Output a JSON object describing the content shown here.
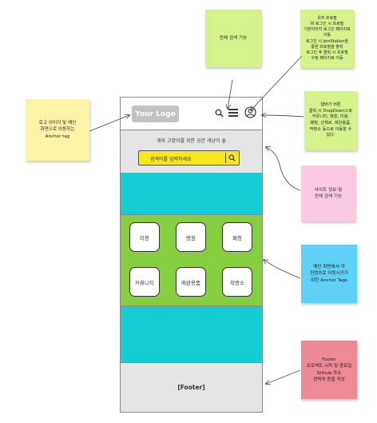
{
  "wireframe": {
    "logo_text": "Your Logo",
    "tagline": "개와 고양이를 위한 공간 개냥이 숲",
    "search_placeholder": "검색어를 입력하세요",
    "categories": [
      "미용",
      "병원",
      "패청",
      "커뮤니티",
      "애완용품",
      "작명소"
    ],
    "footer_label": "[Footer]"
  },
  "notes": {
    "search_feature": "전체 검색 기능",
    "user_icon": "유저 프로필\n비 로그인 시 프로필\n기본이미지 로그인 페이지로\n이동\n로그인 시 JoinStation을\n통한 프로필을 출력\n로그인 후 클릭 시 프로필\n수정 페이지로 이동",
    "logo": "로고 이미지 및 메인\n화면으로 이동하는\nAnchor tag",
    "hamburger": "햄버거 버튼\n클릭 시 DropDown으로\n커뮤니티, 병원, 미용,\n패청, 산책로, 애완용품,\n작명소 등으로 이동할 수\n있다.",
    "site_info": "사이트 정보 및\n전체 검색 기능",
    "category_links": "메인 화면에서 각\n컨텐츠로 이동시키기\n위한 Anchor Tags",
    "footer": "Footer\n프로젝트 시작 및 종료일\nGithub 주소\n연락처 등을 작성"
  },
  "colors": {
    "yellow_note": "#fdf3a6",
    "green_note": "#d6f28c",
    "pink_note": "#fccbe3",
    "blue_note": "#5fd1f7",
    "red_note": "#ee8a96",
    "search_box": "#f8e71c",
    "banner_cyan": "#14cdd4",
    "category_green": "#85cf3f",
    "gray_section": "#e5e5e5"
  },
  "icons": {
    "search": "search-icon",
    "menu": "hamburger-menu-icon",
    "user": "user-icon"
  }
}
